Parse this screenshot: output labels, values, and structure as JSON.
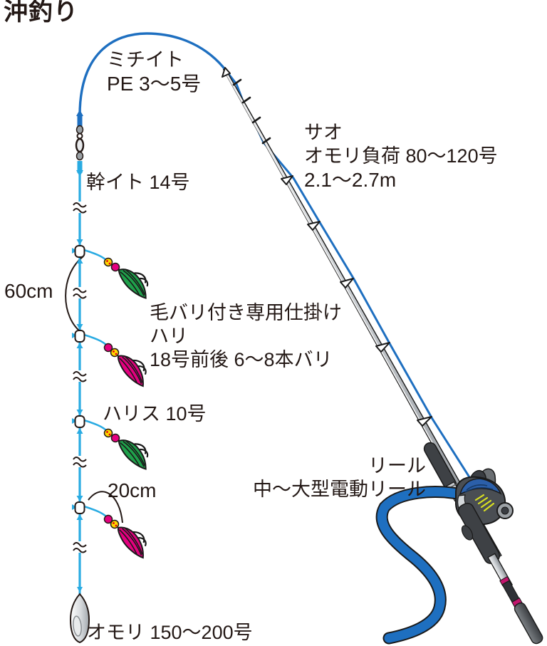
{
  "title": "沖釣り",
  "labels": {
    "michiito_line1": "ミチイト",
    "michiito_line2": "PE 3〜5号",
    "mikiito": "幹イト 14号",
    "length_60": "60cm",
    "kebari_line1": "毛バリ付き専用仕掛け",
    "kebari_line2": "ハリ",
    "kebari_line3": "18号前後 6〜8本バリ",
    "harisu": "ハリス 10号",
    "length_20": "20cm",
    "omori": "オモリ 150〜200号",
    "sao_line1": "サオ",
    "sao_line2": "オモリ負荷 80〜120号",
    "sao_line3": "2.1〜2.7m",
    "reel_line1": "リール",
    "reel_line2": "中〜大型電動リール"
  },
  "colors": {
    "line_light_blue": "#29abe2",
    "line_dark_blue": "#1e6fc0",
    "power_cord_blue": "#1e6fc0",
    "feather_green": "#1fa14b",
    "feather_magenta": "#e4007f",
    "bead_yellow": "#ffd800",
    "bead_pink": "#e4007f",
    "bead_dot_red": "#e60012",
    "rod_gray": "#c9cdd1",
    "grip_dark_gray": "#3e4145",
    "reel_spool_blue": "#2b5fa9",
    "reel_hatch_yellow": "#d9e021",
    "butt_ring_magenta": "#c2156d",
    "text_color": "#231815"
  }
}
